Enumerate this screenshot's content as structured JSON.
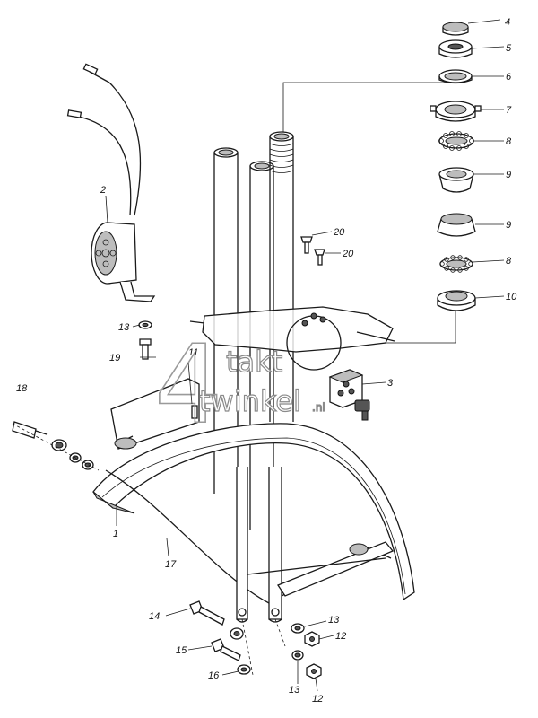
{
  "watermark": {
    "numeral": "4",
    "word_top": "takt",
    "word_bottom": "twinkel",
    "suffix": ".nl"
  },
  "callouts": [
    {
      "id": "c4",
      "label": "4"
    },
    {
      "id": "c5",
      "label": "5"
    },
    {
      "id": "c6",
      "label": "6"
    },
    {
      "id": "c7",
      "label": "7"
    },
    {
      "id": "c8a",
      "label": "8"
    },
    {
      "id": "c9a",
      "label": "9"
    },
    {
      "id": "c9b",
      "label": "9"
    },
    {
      "id": "c8b",
      "label": "8"
    },
    {
      "id": "c10",
      "label": "10"
    },
    {
      "id": "c2",
      "label": "2"
    },
    {
      "id": "c20a",
      "label": "20"
    },
    {
      "id": "c20b",
      "label": "20"
    },
    {
      "id": "c13a",
      "label": "13"
    },
    {
      "id": "c11",
      "label": "11"
    },
    {
      "id": "c19",
      "label": "19"
    },
    {
      "id": "c3",
      "label": "3"
    },
    {
      "id": "c18",
      "label": "18"
    },
    {
      "id": "c1",
      "label": "1"
    },
    {
      "id": "c17",
      "label": "17"
    },
    {
      "id": "c14",
      "label": "14"
    },
    {
      "id": "c15",
      "label": "15"
    },
    {
      "id": "c16",
      "label": "16"
    },
    {
      "id": "c13b",
      "label": "13"
    },
    {
      "id": "c12a",
      "label": "12"
    },
    {
      "id": "c13c",
      "label": "13"
    },
    {
      "id": "c12b",
      "label": "12"
    }
  ]
}
